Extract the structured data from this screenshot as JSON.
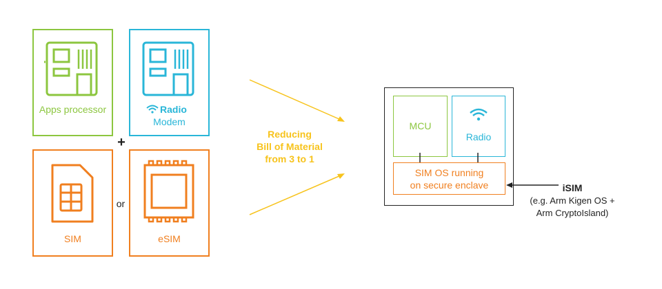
{
  "colors": {
    "green": "#8cc63f",
    "blue": "#29b6d8",
    "orange": "#f07f1f",
    "gold": "#f7c31c",
    "dark": "#222222"
  },
  "left": {
    "apps_processor": {
      "label": "Apps processor",
      "icon": "chip-icon"
    },
    "radio_modem": {
      "label_bold": "Radio",
      "label": "Modem",
      "icon": "chip-icon",
      "wifi_icon": "wifi-icon"
    },
    "plus": "+",
    "sim": {
      "label": "SIM",
      "icon": "sim-card-icon"
    },
    "or": "or",
    "esim": {
      "label": "eSIM",
      "icon": "esim-chip-icon"
    }
  },
  "middle": {
    "line1": "Reducing",
    "line2": "Bill of Material",
    "line3": "from 3 to 1"
  },
  "right": {
    "mcu": "MCU",
    "radio": "Radio",
    "sim_os_line1": "SIM OS running",
    "sim_os_line2": "on secure enclave",
    "isim_title": "iSIM",
    "isim_line1": "(e.g. Arm Kigen OS +",
    "isim_line2": "Arm CryptoIsland)"
  }
}
